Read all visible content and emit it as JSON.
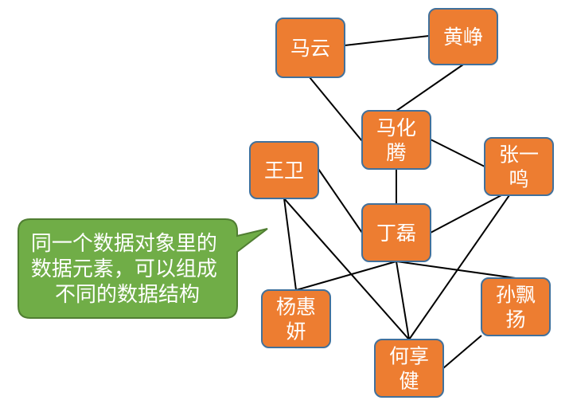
{
  "colors": {
    "node_fill": "#ED7D31",
    "node_stroke": "#41719C",
    "edge": "#000000",
    "callout_fill": "#70AD47",
    "callout_stroke": "#507E32",
    "text": "#ffffff"
  },
  "nodes": [
    {
      "id": "mayun",
      "lines": [
        "马云"
      ]
    },
    {
      "id": "huangzheng",
      "lines": [
        "黄峥"
      ]
    },
    {
      "id": "mahuateng",
      "lines": [
        "马化",
        "腾"
      ]
    },
    {
      "id": "wangwei",
      "lines": [
        "王卫"
      ]
    },
    {
      "id": "zhangyiming",
      "lines": [
        "张一",
        "鸣"
      ]
    },
    {
      "id": "dinglei",
      "lines": [
        "丁磊"
      ]
    },
    {
      "id": "yanghuiyan",
      "lines": [
        "杨惠",
        "妍"
      ]
    },
    {
      "id": "sunpiaoyang",
      "lines": [
        "孙飘",
        "扬"
      ]
    },
    {
      "id": "hexiangjian",
      "lines": [
        "何享",
        "健"
      ]
    }
  ],
  "edges": [
    [
      "mayun",
      "huangzheng"
    ],
    [
      "mayun",
      "mahuateng"
    ],
    [
      "huangzheng",
      "mahuateng"
    ],
    [
      "mahuateng",
      "zhangyiming"
    ],
    [
      "mahuateng",
      "dinglei"
    ],
    [
      "wangwei",
      "dinglei"
    ],
    [
      "wangwei",
      "yanghuiyan"
    ],
    [
      "wangwei",
      "hexiangjian"
    ],
    [
      "zhangyiming",
      "dinglei"
    ],
    [
      "zhangyiming",
      "hexiangjian"
    ],
    [
      "dinglei",
      "yanghuiyan"
    ],
    [
      "dinglei",
      "hexiangjian"
    ],
    [
      "dinglei",
      "sunpiaoyang"
    ],
    [
      "sunpiaoyang",
      "hexiangjian"
    ]
  ],
  "callout": {
    "lines": [
      "同一个数据对象里的",
      "数据元素，可以组成",
      "不同的数据结构"
    ]
  }
}
